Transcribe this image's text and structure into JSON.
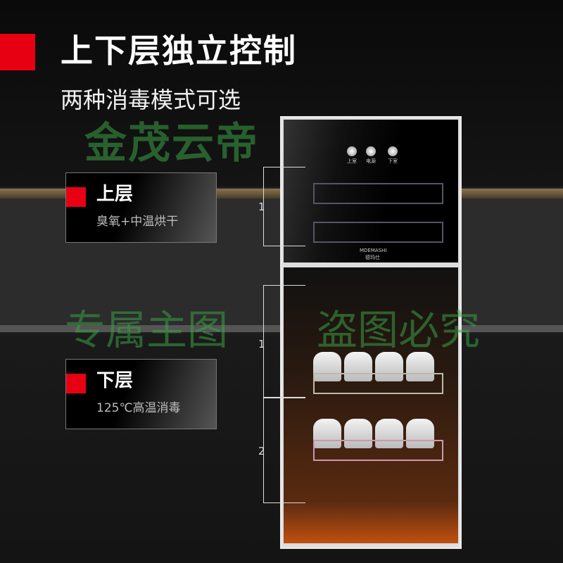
{
  "header": {
    "title": "上下层独立控制",
    "subtitle": "两种消毒模式可选"
  },
  "upper": {
    "heading": "上层",
    "desc": "臭氧+中温烘干",
    "bracket": "1"
  },
  "lower": {
    "heading": "下层",
    "desc": "125℃高温消毒",
    "bracket_top": "1",
    "bracket_bottom": "2"
  },
  "cabinet": {
    "knobs": [
      "上室",
      "电源",
      "下室"
    ],
    "brand": "MDEMASHI",
    "brand_cn": "德玛仕"
  },
  "watermark": {
    "logo": "金茂云帝",
    "line": "专属主图",
    "line2": "盗图必究"
  },
  "colors": {
    "accent": "#e60012"
  }
}
